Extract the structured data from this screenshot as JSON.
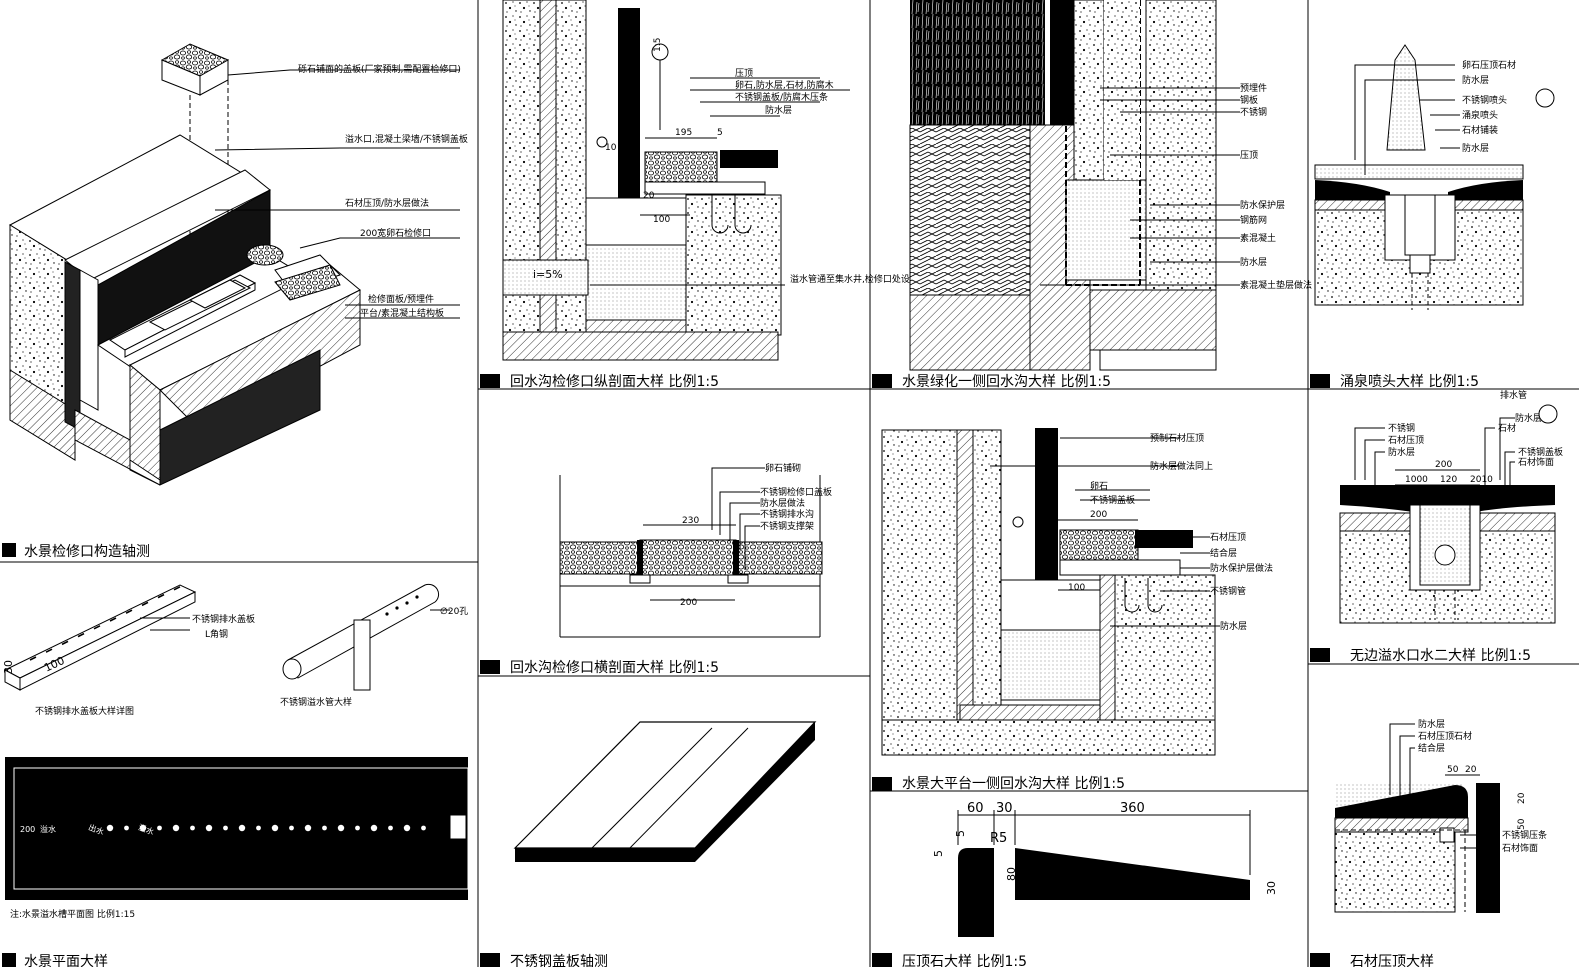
{
  "panels": {
    "axonometric": {
      "title": "水景检修口构造轴测",
      "notes": [
        "砾石铺面的盖板(厂家预制,需配置检修口)",
        "溢水口,混凝土梁墙/不锈钢盖板",
        "石材压顶/防水层做法",
        "200宽卵石检修口",
        "检修面板/预埋件",
        "平台/素混凝土结构板"
      ]
    },
    "parts": {
      "items": [
        {
          "caption": "不锈钢排水盖板大样详图",
          "notes": [
            "不锈钢排水盖板",
            "L角钢"
          ],
          "dims": [
            "30",
            "100"
          ]
        },
        {
          "caption": "不锈钢溢水管大样",
          "notes": [
            "∅20孔"
          ],
          "dims": []
        }
      ],
      "plan_note": "注:水景溢水槽平面图  比例1:15",
      "plan_labels": [
        "200",
        "溢水",
        "出水",
        "溢水"
      ],
      "bottom_title": "水景平面大样"
    },
    "section_a": {
      "title": "回水沟检修口纵剖面大样  比例1:5",
      "notes": [
        "压顶",
        "卵石,防水层,石材,防腐木",
        "不锈钢盖板/防腐木压条",
        "防水层",
        "1:5",
        "溢水管通至集水井,检修口处设置盖板"
      ],
      "dims": [
        "195",
        "5",
        "100",
        "10",
        "20"
      ],
      "slope": "i=5%"
    },
    "section_b": {
      "title": "回水沟检修口横剖面大样  比例1:5",
      "notes": [
        "卵石铺砌",
        "不锈钢检修口盖板",
        "防水层做法",
        "不锈钢排水沟",
        "不锈钢支撑架"
      ],
      "dims": [
        "230",
        "200"
      ]
    },
    "section_c": {
      "title": "水景绿化一侧回水沟大样  比例1:5",
      "notes": [
        "预埋件",
        "钢板",
        "不锈钢",
        "压顶",
        "防水保护层",
        "钢筋网",
        "素混凝土",
        "防水层",
        "素混凝土垫层做法"
      ]
    },
    "section_d": {
      "title": "水景大平台一侧回水沟大样  比例1:5",
      "notes": [
        "预制石材压顶",
        "防水层做法同上",
        "卵石",
        "不锈钢盖板",
        "石材压顶",
        "结合层",
        "防水保护层做法",
        "不锈钢管",
        "防水层"
      ],
      "dims": [
        "200",
        "100"
      ]
    },
    "grating": {
      "title": "不锈钢盖板轴测"
    },
    "profile": {
      "title": "压顶石大样  比例1:5",
      "dims": [
        "60",
        "30",
        "360",
        "R5",
        "5",
        "5",
        "80",
        "30"
      ]
    },
    "fountain": {
      "title": "涌泉喷头大样  比例1:5",
      "notes": [
        "卵石压顶石材",
        "防水层",
        "不锈钢喷头",
        "涌泉喷头",
        "石材铺装",
        "防水层"
      ]
    },
    "weir": {
      "title": "无边溢水口水二大样  比例1:5",
      "notes": [
        "不锈钢",
        "石材压顶",
        "防水层",
        "石材",
        "防水层",
        "不锈钢盖板",
        "石材饰面",
        "排水管"
      ],
      "dims": [
        "200",
        "1000",
        "120",
        "2010"
      ]
    },
    "edge": {
      "title": "石材压顶大样",
      "notes": [
        "防水层",
        "石材压顶石材",
        "结合层",
        "不锈钢压条",
        "石材饰面"
      ],
      "dims": [
        "50",
        "20",
        "20",
        "50"
      ]
    }
  }
}
